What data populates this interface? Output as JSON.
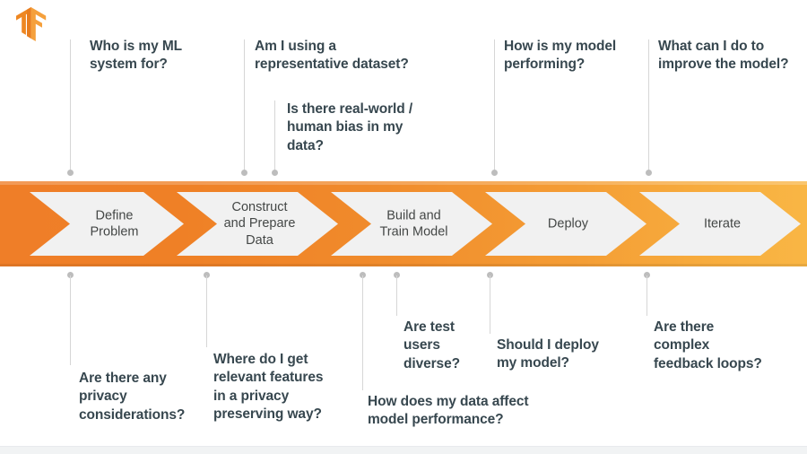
{
  "logo": {
    "name": "tensorflow-logo",
    "colors": {
      "light": "#f5a03c",
      "mid": "#ee8722",
      "dark": "#e87d1e"
    }
  },
  "theme": {
    "banner_gradient_start": "#ef7e28",
    "banner_gradient_end": "#f9b645",
    "chevron_fill": "#f1f1f1",
    "text_dark": "#37474f",
    "step_text": "#444746",
    "connector": "#d6d6d6",
    "dot": "#bdbdbd",
    "background": "#ffffff"
  },
  "process": {
    "title": "ML workflow",
    "steps": [
      {
        "id": "define-problem",
        "label": "Define\nProblem"
      },
      {
        "id": "construct-and-prepare-data",
        "label": "Construct\nand Prepare\nData"
      },
      {
        "id": "build-and-train-model",
        "label": "Build and\nTrain Model"
      },
      {
        "id": "deploy",
        "label": "Deploy"
      },
      {
        "id": "iterate",
        "label": "Iterate"
      }
    ]
  },
  "callouts_above": [
    {
      "id": "who-is-my-ml-system-for",
      "text": "Who is my ML\nsystem for?"
    },
    {
      "id": "am-i-using-a-representative-dataset",
      "text": "Am I using a\nrepresentative dataset?"
    },
    {
      "id": "is-there-real-world-human-bias-in-my-data",
      "text": "Is there real-world /\nhuman bias in my\ndata?"
    },
    {
      "id": "how-is-my-model-performing",
      "text": "How is my model\nperforming?"
    },
    {
      "id": "what-can-i-do-to-improve-the-model",
      "text": "What can I do to\nimprove the model?"
    }
  ],
  "callouts_below": [
    {
      "id": "are-there-any-privacy-considerations",
      "text": "Are there any\nprivacy\nconsiderations?"
    },
    {
      "id": "where-do-i-get-relevant-features-in-a-privacy-preserving-way",
      "text": "Where do I get\nrelevant features\nin a privacy\npreserving way?"
    },
    {
      "id": "how-does-my-data-affect-model-performance",
      "text": "How does my data affect\nmodel performance?"
    },
    {
      "id": "are-test-users-diverse",
      "text": "Are test\nusers\ndiverse?"
    },
    {
      "id": "should-i-deploy-my-model",
      "text": "Should I deploy\nmy model?"
    },
    {
      "id": "are-there-complex-feedback-loops",
      "text": "Are there\ncomplex\nfeedback loops?"
    }
  ]
}
